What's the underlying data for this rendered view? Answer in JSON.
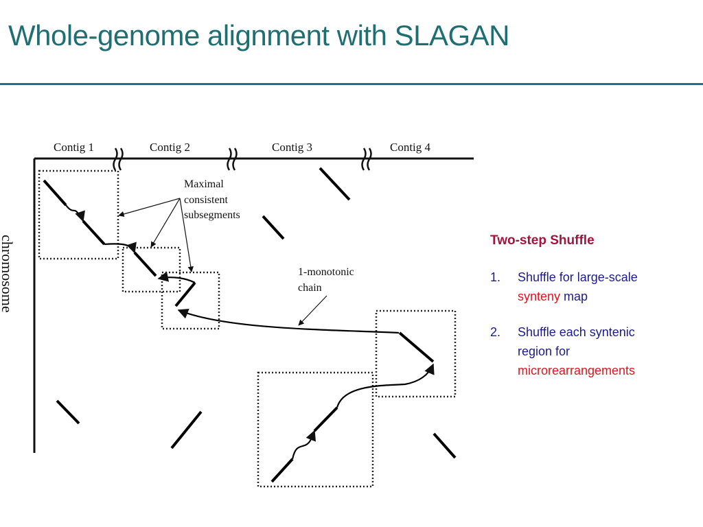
{
  "title": "Whole-genome alignment with SLAGAN",
  "colors": {
    "title": "#1f6f72",
    "rule": "#1f6f8c",
    "heading": "#a3143c",
    "body": "#1b1b8a",
    "highlight": "#e0141e"
  },
  "diagram": {
    "contigs": [
      "Contig 1",
      "Contig 2",
      "Contig 3",
      "Contig 4"
    ],
    "axis_label": "chromosome",
    "annotation_maximal": [
      "Maximal",
      "consistent",
      "subsegments"
    ],
    "annotation_chain": [
      "1-monotonic",
      "chain"
    ]
  },
  "panel": {
    "heading": "Two-step Shuffle",
    "steps": [
      {
        "number": "1.",
        "line1": "Shuffle for large-scale",
        "highlight": "synteny",
        "after": " map"
      },
      {
        "number": "2.",
        "line1": "Shuffle each syntenic",
        "line2": "region for",
        "highlight": "microrearrangements",
        "after": ""
      }
    ]
  }
}
